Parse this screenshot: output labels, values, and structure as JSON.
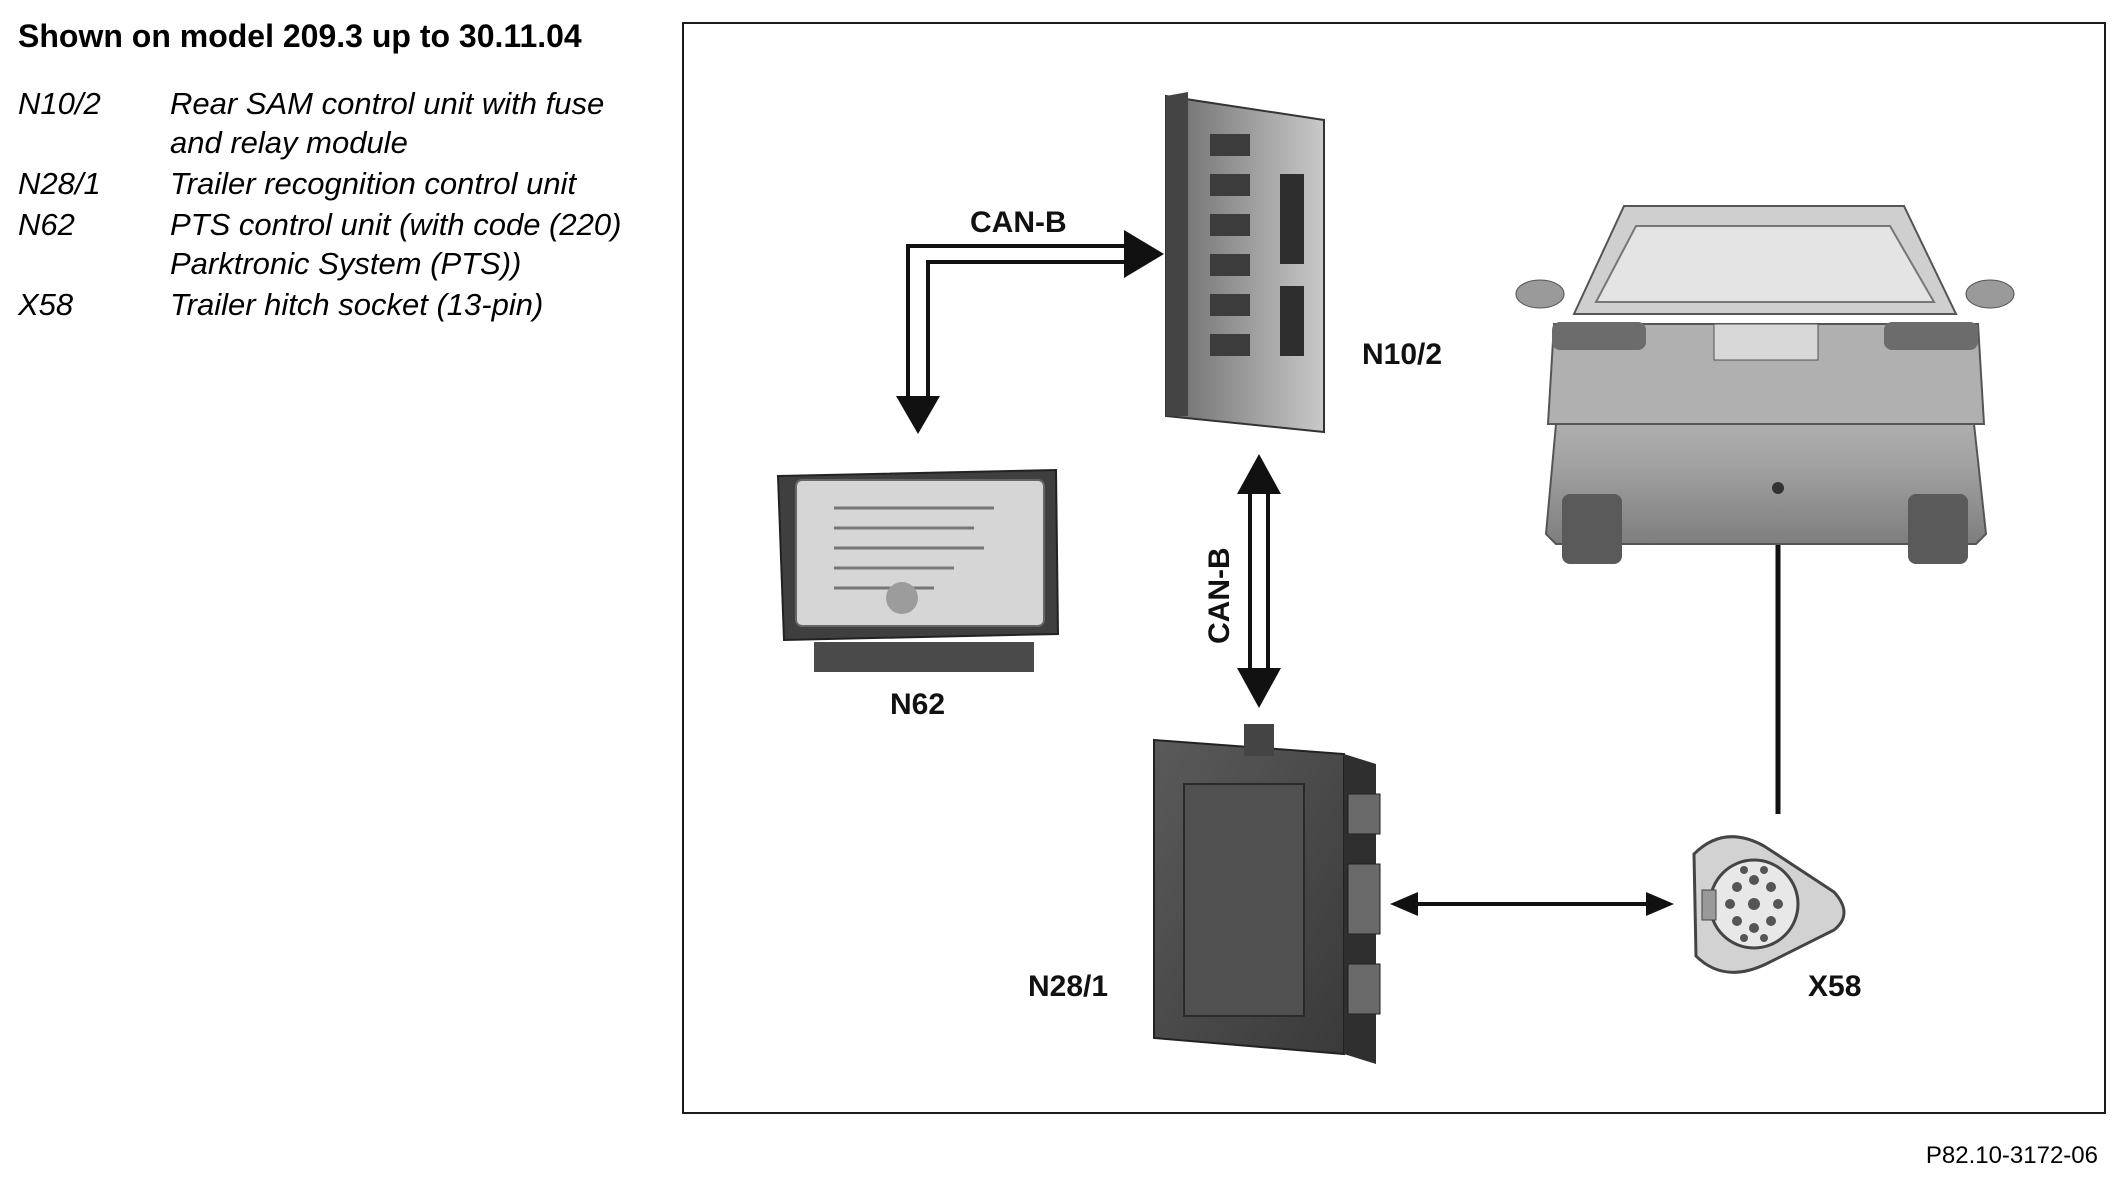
{
  "heading": "Shown on model 209.3 up to 30.11.04",
  "legend": [
    {
      "code": "N10/2",
      "desc_lines": [
        "Rear SAM control unit with fuse",
        "and relay module"
      ]
    },
    {
      "code": "N28/1",
      "desc_lines": [
        "Trailer recognition control unit"
      ]
    },
    {
      "code": "N62",
      "desc_lines": [
        "PTS control unit (with code (220)",
        "Parktronic System (PTS))"
      ]
    },
    {
      "code": "X58",
      "desc_lines": [
        "Trailer hitch socket (13-pin)"
      ]
    }
  ],
  "diagram": {
    "bus_label_top": "CAN-B",
    "bus_label_vertical": "CAN-B",
    "components": {
      "n10_2": "N10/2",
      "n62": "N62",
      "n28_1": "N28/1",
      "x58": "X58"
    }
  },
  "reference": "P82.10-3172-06",
  "colors": {
    "module_dark": "#4a4a4a",
    "module_mid": "#7a7a7a",
    "module_light": "#b5b5b5",
    "car_body": "#9c9c9c",
    "arrow": "#111111"
  }
}
